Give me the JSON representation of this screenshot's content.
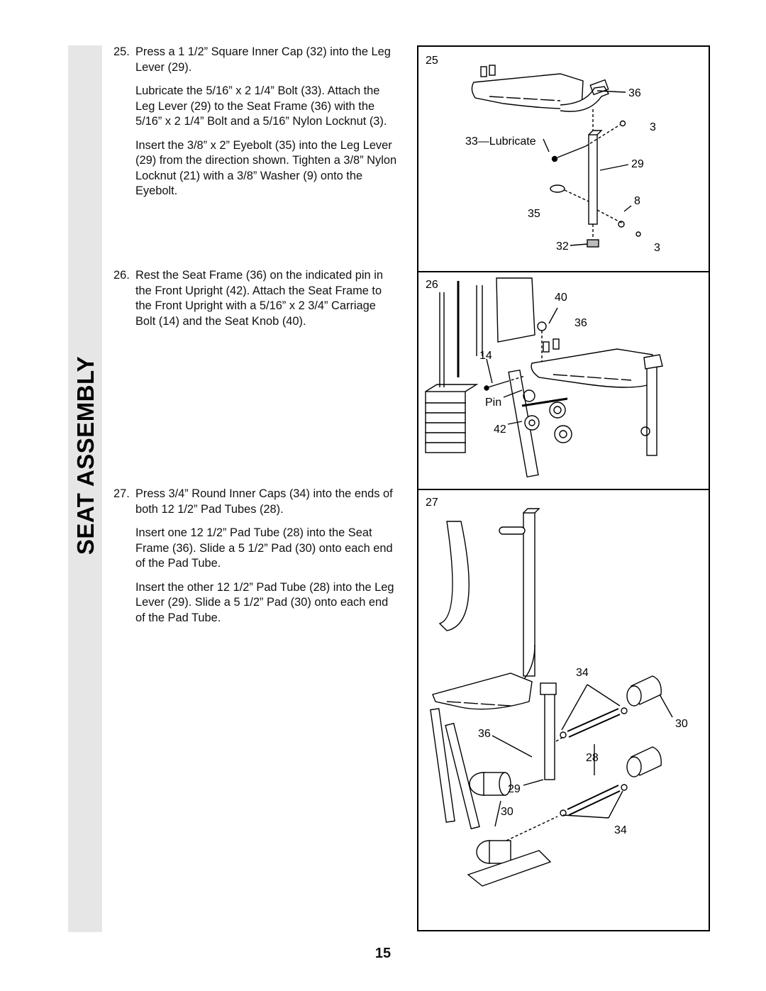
{
  "section_title": "SEAT ASSEMBLY",
  "page_number": "15",
  "steps": [
    {
      "number": "25.",
      "paragraphs": [
        "Press a 1 1/2” Square Inner Cap (32) into the Leg Lever (29).",
        "Lubricate the 5/16” x 2 1/4” Bolt (33). Attach the Leg Lever (29) to the Seat Frame (36) with the 5/16” x 2 1/4” Bolt and a 5/16” Nylon Locknut (3).",
        "Insert the 3/8” x 2” Eyebolt (35) into the Leg Lever (29) from the direction shown. Tighten a 3/8” Nylon Locknut (21) with a 3/8” Washer (9) onto the Eyebolt."
      ]
    },
    {
      "number": "26.",
      "paragraphs": [
        "Rest the Seat Frame (36) on the indicated pin in the Front Upright (42). Attach the Seat Frame to the Front Upright with a 5/16” x 2 3/4” Carriage Bolt (14) and the Seat Knob (40)."
      ]
    },
    {
      "number": "27.",
      "paragraphs": [
        "Press 3/4” Round Inner Caps (34) into the ends of both 12 1/2” Pad Tubes (28).",
        "Insert one 12 1/2” Pad Tube (28) into the Seat Frame (36). Slide a 5 1/2” Pad (30) onto each end of the Pad Tube.",
        "Insert the other 12 1/2” Pad Tube (28) into the Leg Lever (29). Slide a 5 1/2” Pad (30) onto each end of the Pad Tube."
      ]
    }
  ],
  "figures": {
    "fig25": {
      "number": "25",
      "labels": {
        "seat_frame": "36",
        "locknut_top": "3",
        "lubricate": "33—Lubricate",
        "leg_lever": "29",
        "washer": "8",
        "eyebolt": "35",
        "cap": "32",
        "locknut_bottom": "3"
      }
    },
    "fig26": {
      "number": "26",
      "labels": {
        "knob": "40",
        "seat_frame": "36",
        "bolt": "14",
        "pin": "Pin",
        "upright": "42"
      }
    },
    "fig27": {
      "number": "27",
      "labels": {
        "caps_top": "34",
        "pads": "30",
        "seat_frame": "36",
        "tubes": "28",
        "leg_lever": "29",
        "pad": "30",
        "caps_bottom": "34"
      }
    }
  }
}
